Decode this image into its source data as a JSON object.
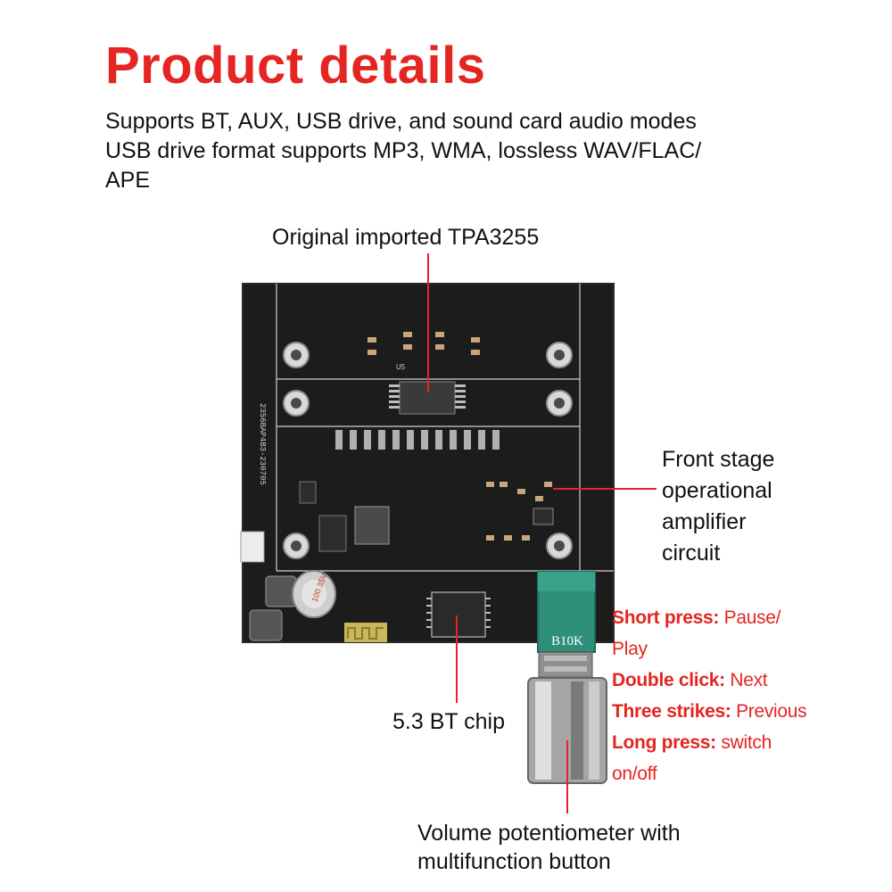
{
  "title": "Product details",
  "description": [
    "Supports BT, AUX, USB drive, and sound card audio modes",
    "USB drive format supports MP3, WMA, lossless WAV/FLAC/",
    "APE"
  ],
  "callouts": {
    "tpa3255": "Original imported TPA3255",
    "opamp": [
      "Front stage",
      "operational",
      "amplifier",
      "circuit"
    ],
    "bt_chip": "5.3 BT chip",
    "potentiometer": [
      "Volume potentiometer with",
      "multifunction button"
    ]
  },
  "functions": {
    "short_press_key": "Short press:",
    "short_press_val": " Pause/",
    "short_press_val2": "Play",
    "double_click_key": "Double click:",
    "double_click_val": " Next",
    "three_strikes_key": "Three strikes:",
    "three_strikes_val": " Previous",
    "long_press_key": "Long press:",
    "long_press_val": " switch",
    "long_press_val2": "on/off"
  },
  "board_markings": {
    "pot_label": "B10K",
    "cap_label": "100 35V",
    "board_code": "2356BAP4B3-230705",
    "chip_ref": "U5"
  },
  "colors": {
    "accent": "#e52521",
    "pcb": "#1a1a1a",
    "pot": "#2e8f7a"
  }
}
